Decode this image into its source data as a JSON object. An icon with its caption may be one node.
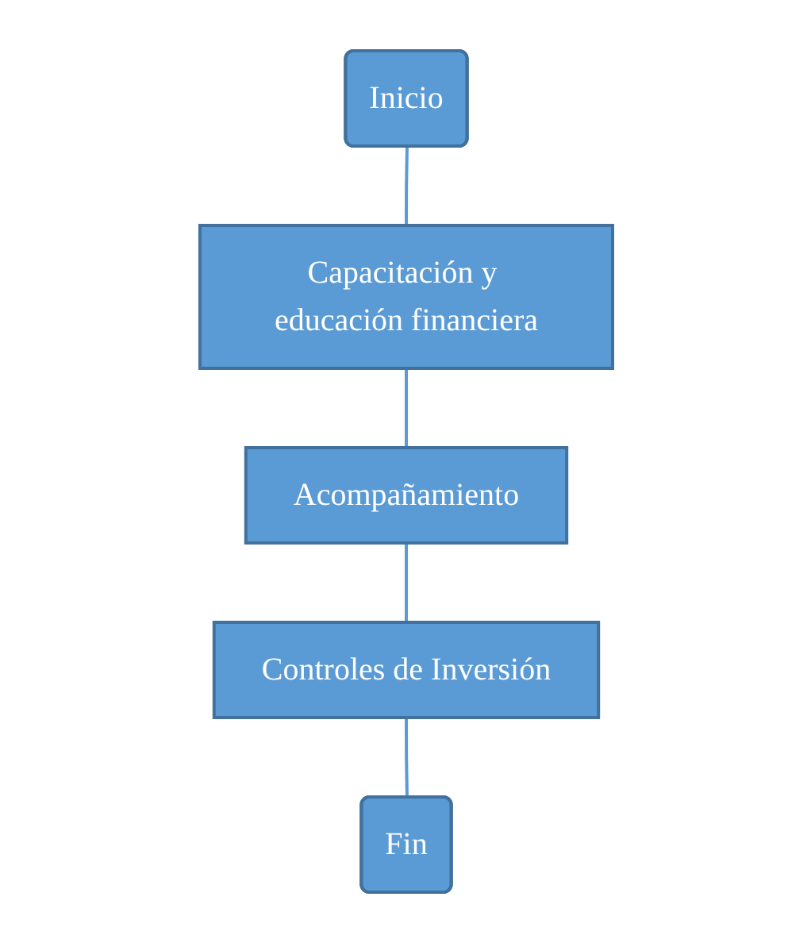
{
  "diagram": {
    "nodes": [
      {
        "text": [
          "Inicio"
        ]
      },
      {
        "text": [
          "Capacitación y educación financiera"
        ]
      },
      {
        "text": [
          "Acompañamiento"
        ]
      },
      {
        "text": [
          "Controles de Inversión"
        ]
      },
      {
        "text": [
          "Fin"
        ]
      }
    ],
    "edges": [
      {
        "from": 0,
        "to": 1,
        "arrow": "none"
      },
      {
        "from": 1,
        "to": 2,
        "arrow": "none"
      },
      {
        "from": 2,
        "to": 3,
        "arrow": "none"
      },
      {
        "from": 3,
        "to": 4,
        "arrow": "none"
      }
    ]
  }
}
